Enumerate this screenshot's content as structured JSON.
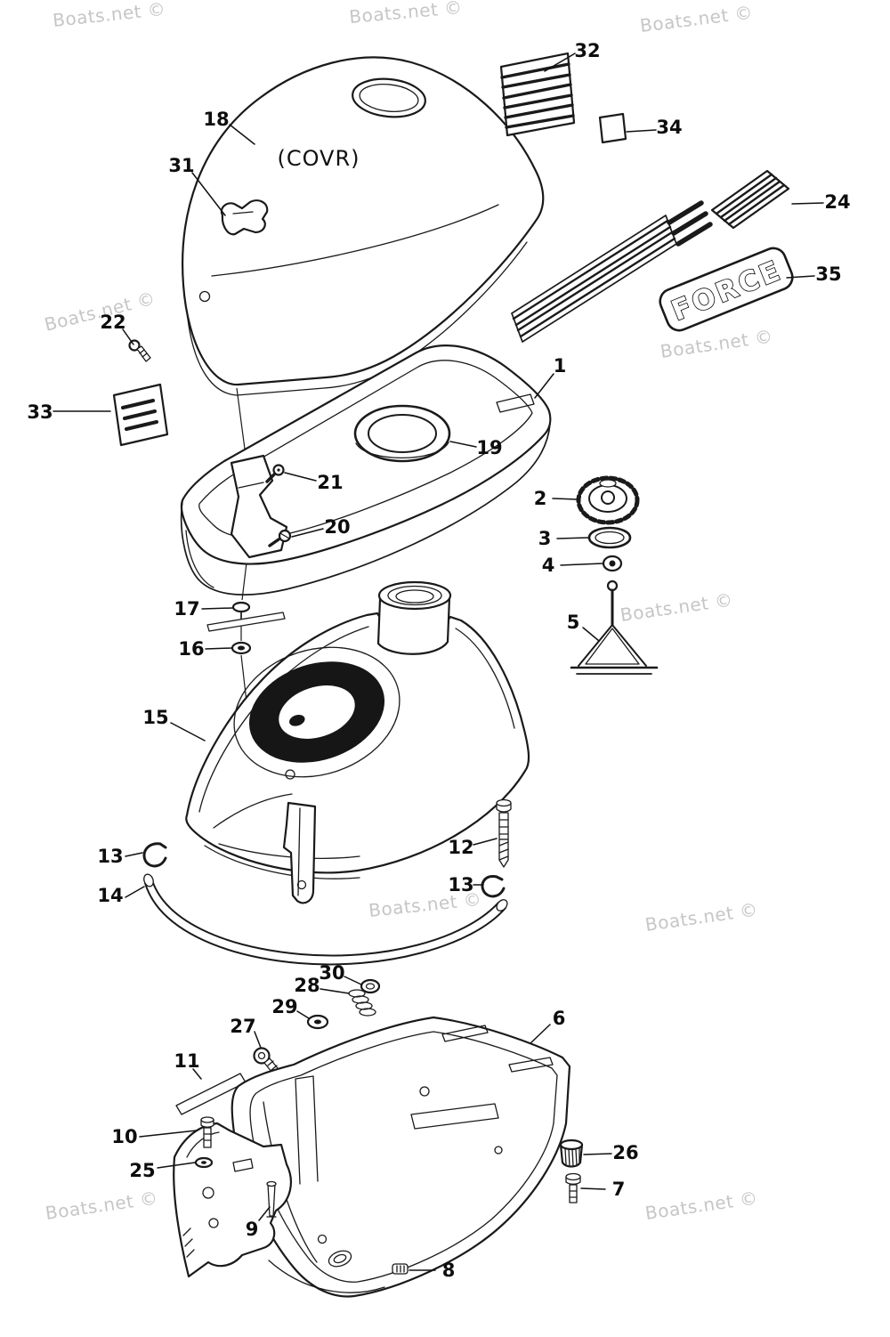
{
  "colors": {
    "background": "#ffffff",
    "line": "#1a1a1a",
    "watermark": "#c6c6c6"
  },
  "watermark": {
    "text": "Boats.net ©"
  },
  "diagram": {
    "cover_label": "(COVR)",
    "brand_logo": "FORCE"
  },
  "callouts": [
    "32",
    "34",
    "18",
    "31",
    "24",
    "35",
    "22",
    "33",
    "1",
    "19",
    "21",
    "20",
    "2",
    "3",
    "4",
    "5",
    "17",
    "16",
    "15",
    "12",
    "13",
    "13",
    "14",
    "30",
    "28",
    "29",
    "27",
    "6",
    "11",
    "10",
    "25",
    "26",
    "7",
    "9",
    "8"
  ]
}
